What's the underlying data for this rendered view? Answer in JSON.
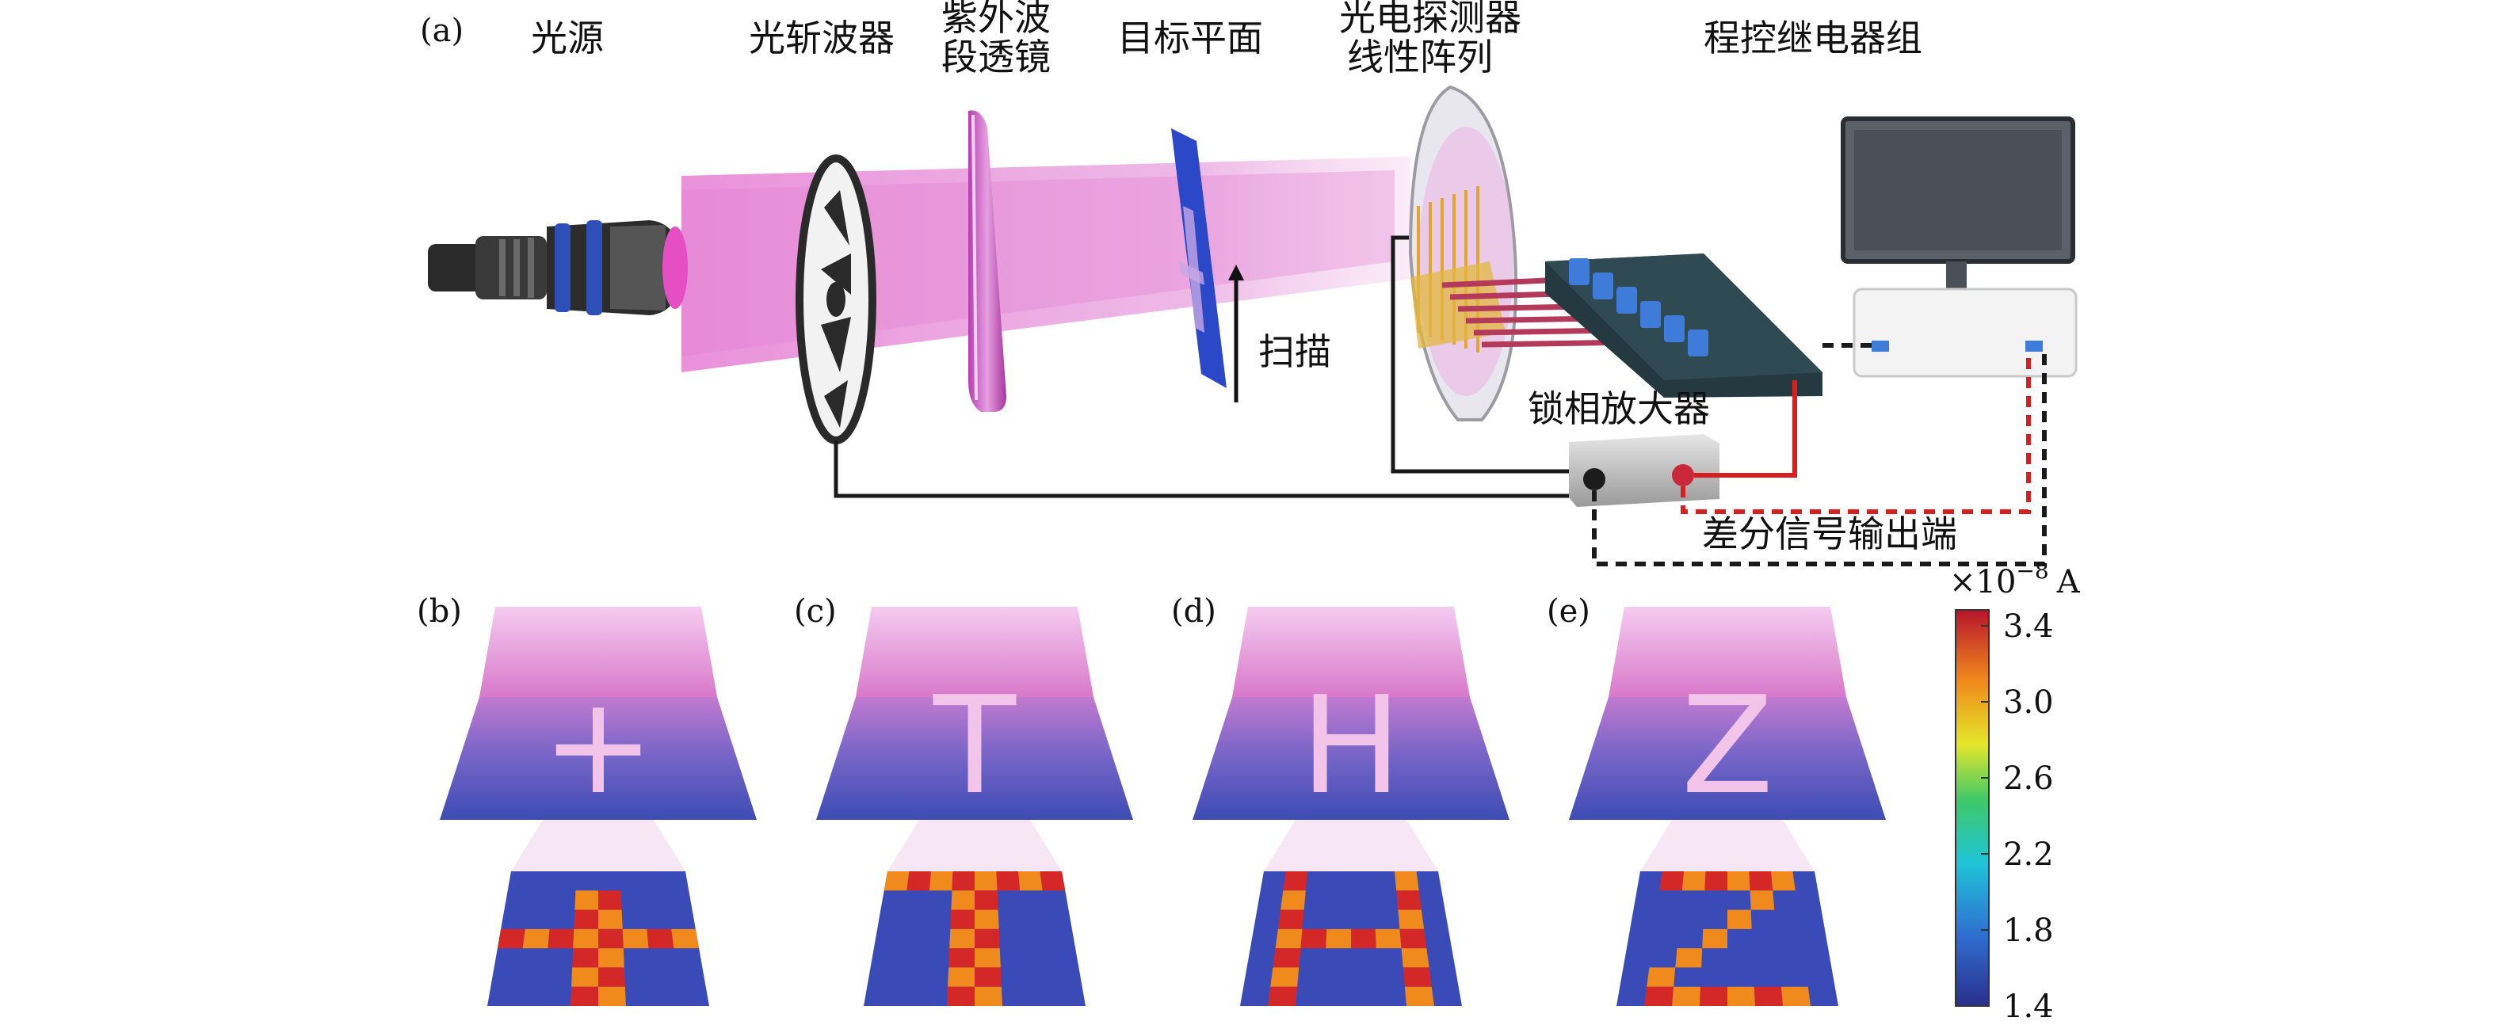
{
  "panels": {
    "a": "(a)",
    "b": "(b)",
    "c": "(c)",
    "d": "(d)",
    "e": "(e)"
  },
  "labels": {
    "light_source": "光源",
    "chopper": "光斩波器",
    "uv_lens_1": "紫外波",
    "uv_lens_2": "段透镜",
    "target_plane": "目标平面",
    "detector_1": "光电探测器",
    "detector_2": "线性阵列",
    "relay": "程控继电器组",
    "scan": "扫描",
    "lockin": "锁相放大器",
    "diff_output": "差分信号输出端"
  },
  "letters": [
    "+",
    "T",
    "H",
    "Z"
  ],
  "colorbar": {
    "unit_prefix": "×10",
    "unit_exp": "−8",
    "unit": "A",
    "ticks": [
      "3.4",
      "3.0",
      "2.6",
      "2.2",
      "1.8",
      "1.4"
    ],
    "min": 1.4,
    "max": 3.4
  },
  "colors": {
    "beam": "#e070c8",
    "plate": "#3c4fb0",
    "cable_red": "#d42020",
    "cable_black": "#1a1a1a"
  }
}
